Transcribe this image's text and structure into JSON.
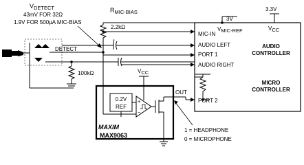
{
  "labels": {
    "vdetect_v": "V",
    "vdetect_sub": "DETECT",
    "vdetect_line1": "43mV FOR 32Ω",
    "vdetect_line2": "1.9V FOR 500µA MIC-BIAS",
    "rmic_r": "R",
    "rmic_sub": "MIC-BIAS",
    "rmic_value": "2.2kΩ",
    "vmicref_v": "V",
    "vmicref_sub": "MIC-REF",
    "three_v": "3V",
    "three_three_v": "3.3V",
    "vcc_top_v": "V",
    "vcc_top_sub": "CC",
    "mic_in": "MIC-IN",
    "audio_left": "AUDIO LEFT",
    "port1": "PORT 1",
    "audio_right": "AUDIO RIGHT",
    "port2": "PORT 2",
    "controller_line1": "AUDIO",
    "controller_line2": "CONTROLLER",
    "controller_line3": "MICRO",
    "controller_line4": "CONTROLLER",
    "detect": "DETECT",
    "asterisk": "*",
    "r100k": "100kΩ",
    "vcc_chip_v": "V",
    "vcc_chip_sub": "CC",
    "ref_line1": "0.2V",
    "ref_line2": "REF",
    "out": "OUT",
    "brand": "MAXIM",
    "part": "MAX9063",
    "legend_line1": "1 = HEADPHONE",
    "legend_line2": "0 = MICROPHONE"
  }
}
